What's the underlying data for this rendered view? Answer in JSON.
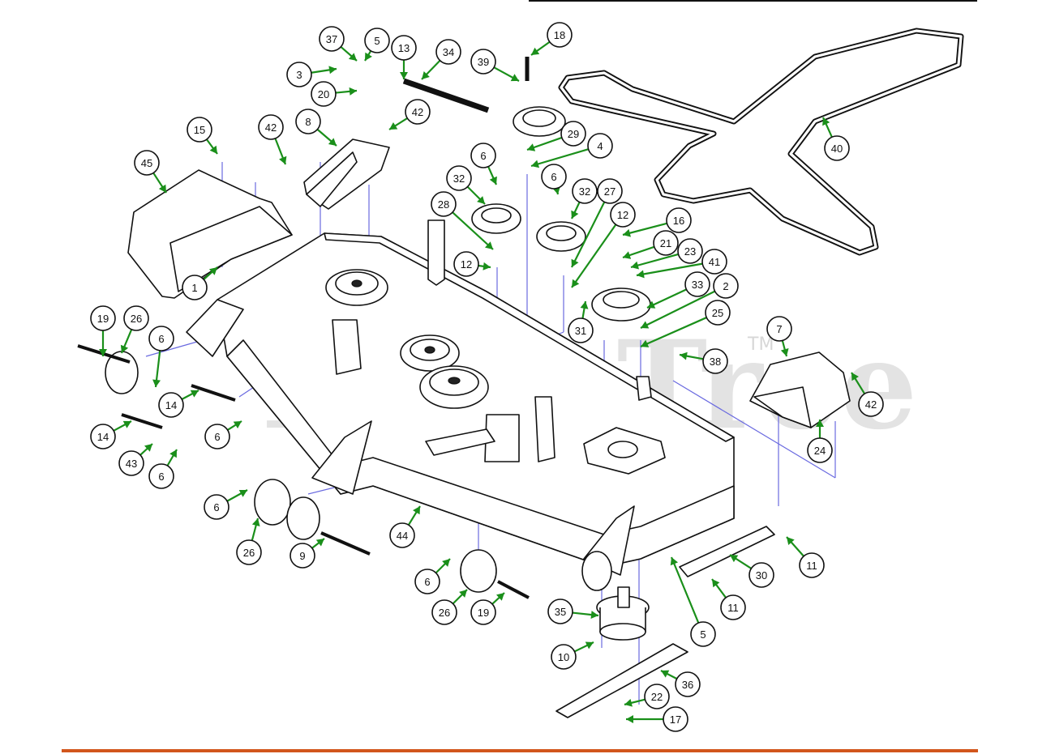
{
  "watermark": {
    "text": "PartsTree",
    "trademark": "TM"
  },
  "colors": {
    "leader": "#1a8f1a",
    "guide": "#6a6ae0",
    "footer_rule": "#d2561c",
    "outline": "#111111"
  },
  "callouts": [
    {
      "label": "37"
    },
    {
      "label": "5"
    },
    {
      "label": "13"
    },
    {
      "label": "34"
    },
    {
      "label": "3"
    },
    {
      "label": "20"
    },
    {
      "label": "39"
    },
    {
      "label": "18"
    },
    {
      "label": "42"
    },
    {
      "label": "8"
    },
    {
      "label": "42"
    },
    {
      "label": "15"
    },
    {
      "label": "45"
    },
    {
      "label": "29"
    },
    {
      "label": "4"
    },
    {
      "label": "40"
    },
    {
      "label": "6"
    },
    {
      "label": "32"
    },
    {
      "label": "28"
    },
    {
      "label": "6"
    },
    {
      "label": "32"
    },
    {
      "label": "27"
    },
    {
      "label": "12"
    },
    {
      "label": "16"
    },
    {
      "label": "21"
    },
    {
      "label": "23"
    },
    {
      "label": "41"
    },
    {
      "label": "12"
    },
    {
      "label": "1"
    },
    {
      "label": "33"
    },
    {
      "label": "2"
    },
    {
      "label": "25"
    },
    {
      "label": "31"
    },
    {
      "label": "7"
    },
    {
      "label": "19"
    },
    {
      "label": "26"
    },
    {
      "label": "6"
    },
    {
      "label": "38"
    },
    {
      "label": "42"
    },
    {
      "label": "14"
    },
    {
      "label": "14"
    },
    {
      "label": "6"
    },
    {
      "label": "24"
    },
    {
      "label": "43"
    },
    {
      "label": "6"
    },
    {
      "label": "6"
    },
    {
      "label": "26"
    },
    {
      "label": "9"
    },
    {
      "label": "44"
    },
    {
      "label": "11"
    },
    {
      "label": "30"
    },
    {
      "label": "6"
    },
    {
      "label": "26"
    },
    {
      "label": "19"
    },
    {
      "label": "35"
    },
    {
      "label": "11"
    },
    {
      "label": "5"
    },
    {
      "label": "10"
    },
    {
      "label": "36"
    },
    {
      "label": "22"
    },
    {
      "label": "17"
    }
  ]
}
